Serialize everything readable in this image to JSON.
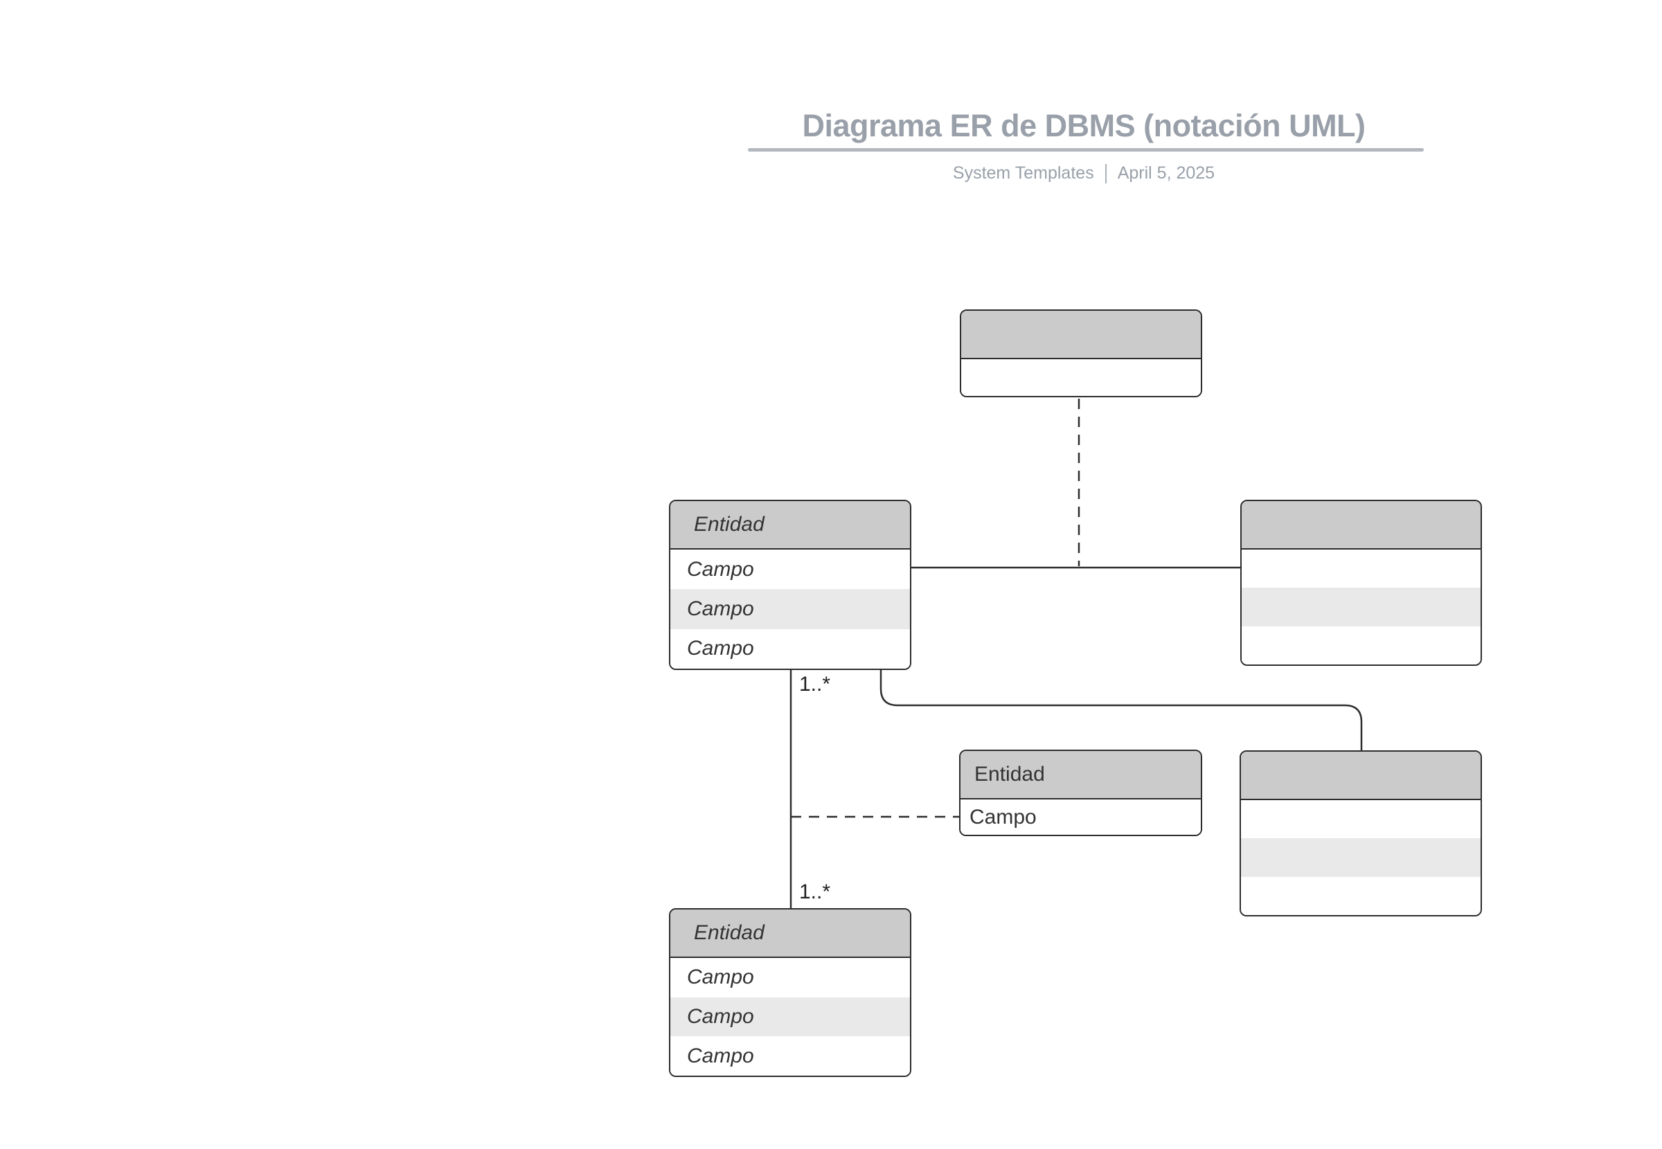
{
  "page": {
    "title": "Diagrama ER de DBMS (notación UML)",
    "subtitle": {
      "source": "System Templates",
      "date": "April 5, 2025"
    }
  },
  "colors": {
    "background": "#ffffff",
    "title_gray": "#99a0a9",
    "underline_gray": "#b2b8be",
    "entity_header_fill": "#cbcbcb",
    "entity_alt_row_fill": "#e9e9e9",
    "stroke_dark": "#2d2d2d",
    "entity_text": "#333333"
  },
  "diagram": {
    "entities": [
      {
        "id": "top",
        "title": "",
        "fields": [
          ""
        ]
      },
      {
        "id": "left",
        "title": "Entidad",
        "fields": [
          "Campo",
          "Campo",
          "Campo"
        ]
      },
      {
        "id": "right-middle",
        "title": "",
        "fields": [
          "",
          "",
          ""
        ]
      },
      {
        "id": "middle",
        "title": "Entidad",
        "fields": [
          "Campo"
        ]
      },
      {
        "id": "right-lower",
        "title": "",
        "fields": [
          "",
          "",
          ""
        ]
      },
      {
        "id": "bottom",
        "title": "Entidad",
        "fields": [
          "Campo",
          "Campo",
          "Campo"
        ]
      }
    ],
    "multiplicity_labels": [
      {
        "id": "upper",
        "label": "1..*"
      },
      {
        "id": "lower",
        "label": "1..*"
      }
    ]
  }
}
